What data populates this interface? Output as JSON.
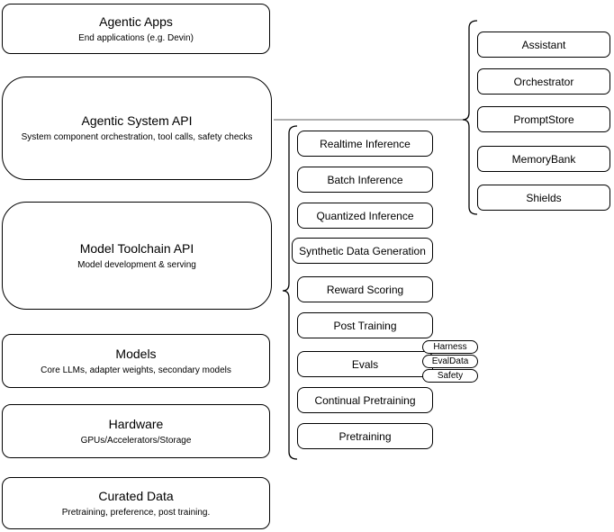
{
  "diagram": {
    "left_stack": [
      {
        "title": "Agentic Apps",
        "subtitle": "End applications (e.g. Devin)"
      },
      {
        "title": "Agentic System API",
        "subtitle": "System component orchestration, tool calls, safety checks"
      },
      {
        "title": "Model Toolchain API",
        "subtitle": "Model development & serving"
      },
      {
        "title": "Models",
        "subtitle": "Core LLMs, adapter weights, secondary models"
      },
      {
        "title": "Hardware",
        "subtitle": "GPUs/Accelerators/Storage"
      },
      {
        "title": "Curated Data",
        "subtitle": "Pretraining, preference, post training."
      }
    ],
    "toolchain_items": [
      "Realtime Inference",
      "Batch Inference",
      "Quantized Inference",
      "Synthetic Data Generation",
      "Reward Scoring",
      "Post Training",
      "Evals",
      "Continual Pretraining",
      "Pretraining"
    ],
    "evals_tags": [
      "Harness",
      "EvalData",
      "Safety"
    ],
    "system_components": [
      "Assistant",
      "Orchestrator",
      "PromptStore",
      "MemoryBank",
      "Shields"
    ],
    "colors": {
      "node_border": "#000000",
      "node_fill": "#ffffff",
      "connector": "#808080",
      "brace": "#000000"
    }
  }
}
